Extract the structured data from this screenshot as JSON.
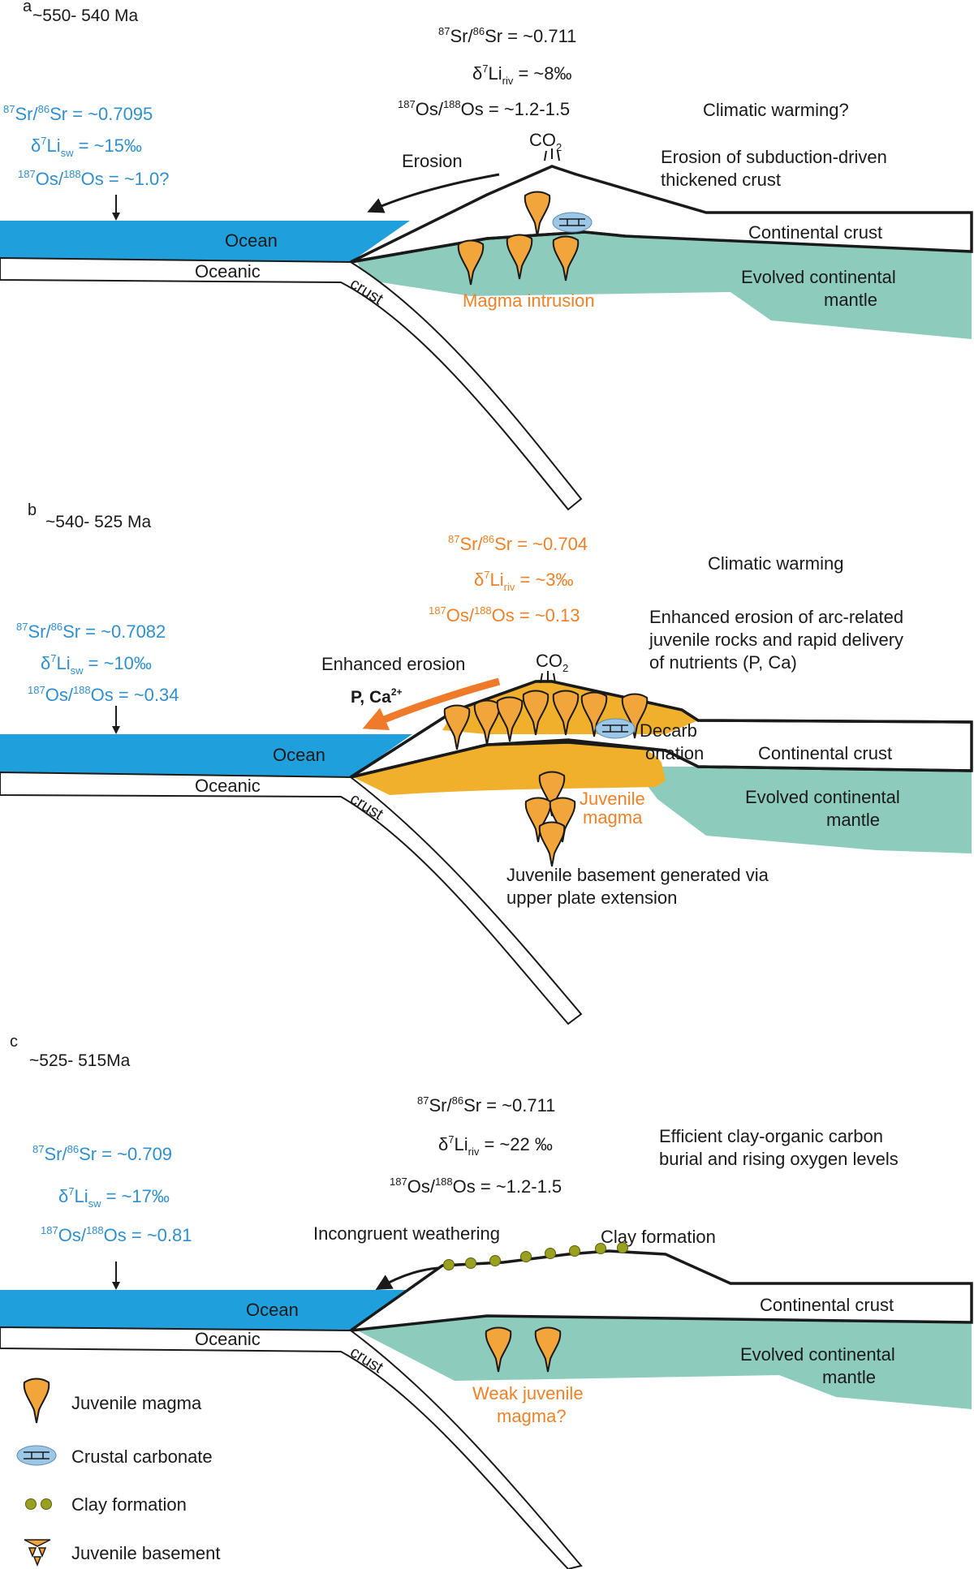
{
  "colors": {
    "ocean": "#1fa0dc",
    "mantle": "#8dcbbd",
    "magma": "#f2a53a",
    "basement": "#f0b02c",
    "carbonate": "#9cc7e6",
    "clay": "#9aa020",
    "arrow_orange": "#ee7a2a",
    "text_blue": "#2f8fd0",
    "text_orange": "#ef8128"
  },
  "panels": [
    {
      "letter": "a",
      "age": "~550- 540 Ma",
      "river": {
        "sr_pre": "87",
        "sr_mid": "Sr/",
        "sr_sup2": "86",
        "sr_post": "Sr = ~0.711",
        "li_pre": "δ",
        "li_sup": "7",
        "li_mid": "Li",
        "li_sub": "riv",
        "li_post": " = ~8‰",
        "os_sup": "187",
        "os_mid": "Os/",
        "os_sup2": "188",
        "os_post": "Os = ~1.2-1.5"
      },
      "seawater": {
        "sr_pre": "87",
        "sr_mid": "Sr/",
        "sr_sup2": "86",
        "sr_post": "Sr = ~0.7095",
        "li_pre": "δ",
        "li_sup": "7",
        "li_mid": "Li",
        "li_sub": "sw",
        "li_post": " = ~15‰",
        "os_sup": "187",
        "os_mid": "Os/",
        "os_sup2": "188",
        "os_post": "Os = ~1.0?"
      },
      "notes": [
        "Climatic warming?",
        "Erosion of subduction-driven",
        "thickened crust"
      ],
      "labels": {
        "erosion": "Erosion",
        "co2": "CO",
        "co2_sub": "2",
        "ocean": "Ocean",
        "oceanic": "Oceanic",
        "crust": "crust",
        "continental_crust": "Continental crust",
        "mantle1": "Evolved continental",
        "mantle2": "mantle",
        "magma": "Magma intrusion"
      }
    },
    {
      "letter": "b",
      "age": "~540- 525 Ma",
      "river": {
        "sr_pre": "87",
        "sr_mid": "Sr/",
        "sr_sup2": "86",
        "sr_post": "Sr = ~0.704",
        "li_pre": "δ",
        "li_sup": "7",
        "li_mid": "Li",
        "li_sub": "riv",
        "li_post": " = ~3‰",
        "os_sup": "187",
        "os_mid": "Os/",
        "os_sup2": "188",
        "os_post": "Os = ~0.13"
      },
      "seawater": {
        "sr_pre": "87",
        "sr_mid": "Sr/",
        "sr_sup2": "86",
        "sr_post": "Sr = ~0.7082",
        "li_pre": "δ",
        "li_sup": "7",
        "li_mid": "Li",
        "li_sub": "sw",
        "li_post": " = ~10‰",
        "os_sup": "187",
        "os_mid": "Os/",
        "os_sup2": "188",
        "os_post": "Os = ~0.34"
      },
      "notes": [
        "Climatic warming",
        "Enhanced erosion of arc-related",
        "juvenile rocks and rapid delivery",
        "of nutrients (P, Ca)"
      ],
      "labels": {
        "erosion": "Enhanced erosion",
        "nutrients": "P, Ca",
        "nutrients_sup": "2+",
        "co2": "CO",
        "co2_sub": "2",
        "decarb1": "Decarb",
        "decarb2": "onation",
        "ocean": "Ocean",
        "oceanic": "Oceanic",
        "crust": "crust",
        "continental_crust": "Continental crust",
        "mantle1": "Evolved continental",
        "mantle2": "mantle",
        "magma1": "Juvenile",
        "magma2": "magma",
        "basement1": "Juvenile basement generated via",
        "basement2": "upper plate extension"
      }
    },
    {
      "letter": "c",
      "age": "~525- 515Ma",
      "river": {
        "sr_pre": "87",
        "sr_mid": "Sr/",
        "sr_sup2": "86",
        "sr_post": "Sr = ~0.711",
        "li_pre": "δ",
        "li_sup": "7",
        "li_mid": "Li",
        "li_sub": "riv",
        "li_post": " = ~22 ‰",
        "os_sup": "187",
        "os_mid": "Os/",
        "os_sup2": "188",
        "os_post": "Os = ~1.2-1.5"
      },
      "seawater": {
        "sr_pre": "87",
        "sr_mid": "Sr/",
        "sr_sup2": "86",
        "sr_post": "Sr = ~0.709",
        "li_pre": "δ",
        "li_sup": "7",
        "li_mid": "Li",
        "li_sub": "sw",
        "li_post": " = ~17‰",
        "os_sup": "187",
        "os_mid": "Os/",
        "os_sup2": "188",
        "os_post": "Os = ~0.81"
      },
      "notes": [
        "Efficient clay-organic carbon",
        "burial and rising oxygen levels"
      ],
      "labels": {
        "weathering": "Incongruent weathering",
        "clay": "Clay formation",
        "ocean": "Ocean",
        "oceanic": "Oceanic",
        "crust": "crust",
        "continental_crust": "Continental crust",
        "mantle1": "Evolved continental",
        "mantle2": "mantle",
        "magma1": "Weak juvenile",
        "magma2": "magma?"
      }
    }
  ],
  "legend": [
    {
      "icon": "juvenile-magma-icon",
      "label": "Juvenile magma"
    },
    {
      "icon": "crustal-carbonate-icon",
      "label": "Crustal carbonate"
    },
    {
      "icon": "clay-formation-icon",
      "label": "Clay formation"
    },
    {
      "icon": "juvenile-basement-icon",
      "label": "Juvenile basement"
    }
  ]
}
